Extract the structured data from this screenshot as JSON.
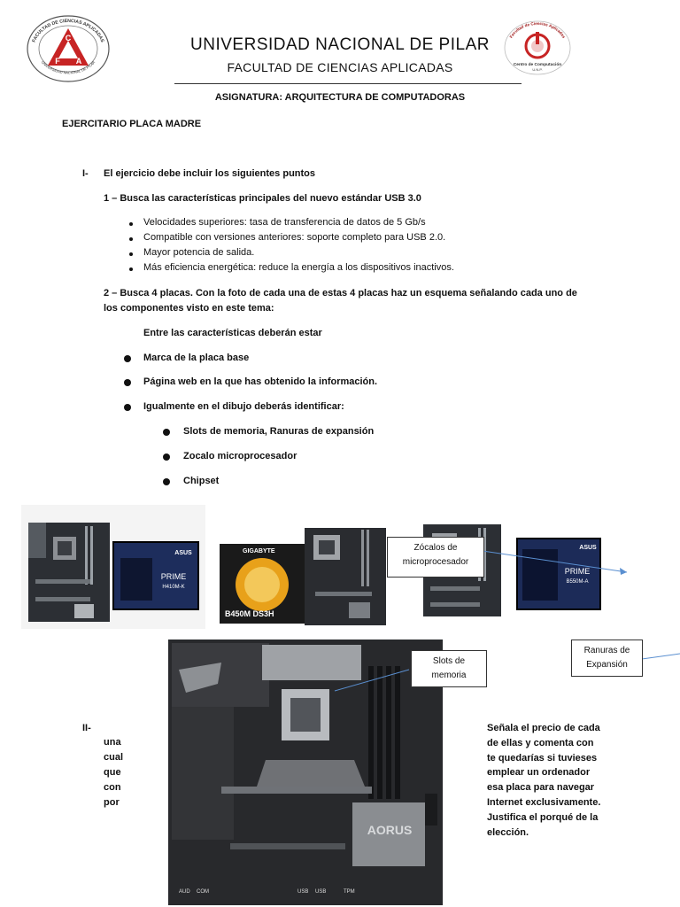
{
  "header": {
    "university": "UNIVERSIDAD NACIONAL DE PILAR",
    "faculty": "FACULTAD DE CIENCIAS APLICADAS",
    "subject": "ASIGNATURA: ARQUITECTURA DE COMPUTADORAS",
    "left_logo": {
      "ring_text_top": "FACULTAD DE CIENCIAS APLICADAS",
      "ring_text_bottom": "UNIVERSIDAD NACIONAL DE PILAR",
      "letters": [
        "C",
        "F",
        "A"
      ]
    },
    "right_logo": {
      "text_top": "Facultad de Ciencias Aplicadas",
      "text_bottom": "Centro de Computación",
      "text_bottom2": "U.N.P."
    }
  },
  "doc_title": "EJERCITARIO PLACA MADRE",
  "section1": {
    "roman": "I-",
    "heading": "El ejercicio debe incluir los siguientes puntos",
    "q1": "1 – Busca las características principales del nuevo estándar USB 3.0",
    "q1_bullets": [
      "Velocidades superiores: tasa de transferencia de datos de 5 Gb/s",
      "Compatible con versiones anteriores: soporte completo para USB 2.0.",
      "Mayor potencia de salida.",
      "Más eficiencia energética: reduce la energía a los dispositivos inactivos."
    ],
    "q2_line1": "2 – Busca 4 placas. Con la foto de cada una de estas 4 placas haz un esquema señalando cada uno de",
    "q2_line2": "los componentes visto en este tema:",
    "intro": "Entre las características deberán estar",
    "items": [
      "Marca de la placa base",
      "Página web en la que has obtenido la información.",
      "Igualmente en el dibujo deberás identificar:"
    ],
    "subitems": [
      "Slots de memoria, Ranuras de expansión",
      "Zocalo microprocesador",
      "Chipset"
    ]
  },
  "boxes": {
    "asus1_brand": "ASUS",
    "asus1_model": "PRIME",
    "asus1_sub": "H410M-K",
    "giga_brand": "GIGABYTE",
    "giga_model": "B450M DS3H",
    "asus2_brand": "ASUS",
    "asus2_model": "PRIME",
    "asus2_sub": "B550M-A"
  },
  "callouts": {
    "zocalos_1": "Zócalos de",
    "zocalos_2": "microprocesador",
    "slots_1": "Slots de",
    "slots_2": "memoria",
    "ranuras_1": "Ranuras de",
    "ranuras_2": "Expansión"
  },
  "board_text": {
    "logo": "AORUS",
    "labels": [
      "AUD",
      "COM",
      "USB",
      "USB",
      "TPM"
    ]
  },
  "section2": {
    "roman": "II-",
    "left_words": [
      "una",
      "cual",
      "que",
      "con",
      "por"
    ],
    "right_lines": [
      "Señala el precio de cada",
      "de ellas y comenta con",
      "te quedarías si tuvieses",
      "emplear un ordenador",
      "esa placa para navegar",
      "Internet exclusivamente.",
      "Justifica el porqué de la",
      "elección."
    ]
  }
}
